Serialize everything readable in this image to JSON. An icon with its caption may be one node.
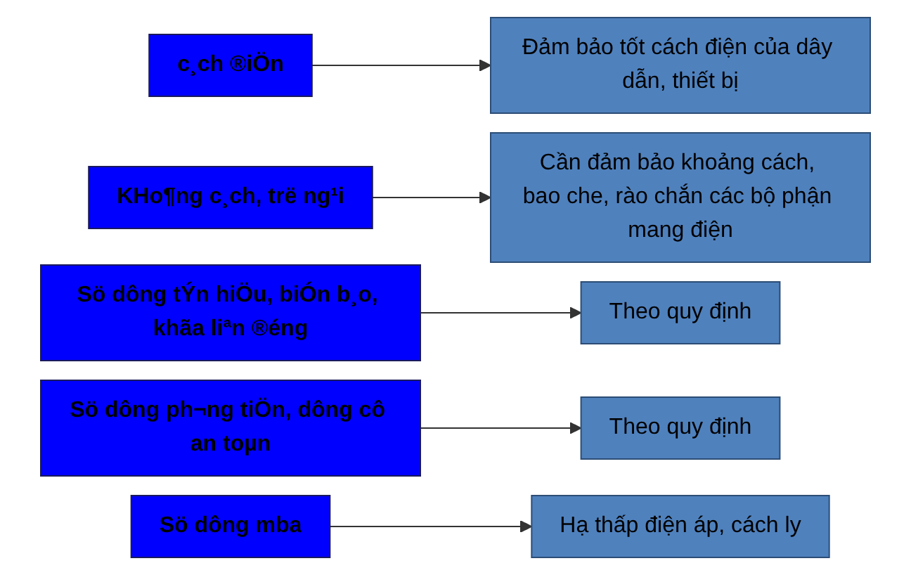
{
  "diagram": {
    "nodes": [
      {
        "text": [
          "c¸ch ®iÖn"
        ]
      },
      {
        "text": [
          "Đảm bảo tốt cách điện của dây dẫn, thiết bị"
        ]
      },
      {
        "text": [
          "KHo¶ng c¸ch, trë ng¹i"
        ]
      },
      {
        "text": [
          "Cần đảm bảo khoảng cách, bao che, rào chắn các bộ phận mang điện"
        ]
      },
      {
        "text": [
          "Sö dông tÝn hiÖu, biÓn b¸o, khãa liªn ®éng"
        ]
      },
      {
        "text": [
          "Theo quy định"
        ]
      },
      {
        "text": [
          "Sö dông ph¬ng tiÖn, dông cô an toµn"
        ]
      },
      {
        "text": [
          "Theo quy định"
        ]
      },
      {
        "text": [
          "Sö dông mba"
        ]
      },
      {
        "text": [
          "Hạ thấp điện áp, cách ly"
        ]
      }
    ],
    "edges": [
      {
        "from": 0,
        "to": 1,
        "arrow": "to"
      },
      {
        "from": 2,
        "to": 3,
        "arrow": "to"
      },
      {
        "from": 4,
        "to": 5,
        "arrow": "to"
      },
      {
        "from": 6,
        "to": 7,
        "arrow": "to"
      },
      {
        "from": 8,
        "to": 9,
        "arrow": "to"
      }
    ]
  }
}
